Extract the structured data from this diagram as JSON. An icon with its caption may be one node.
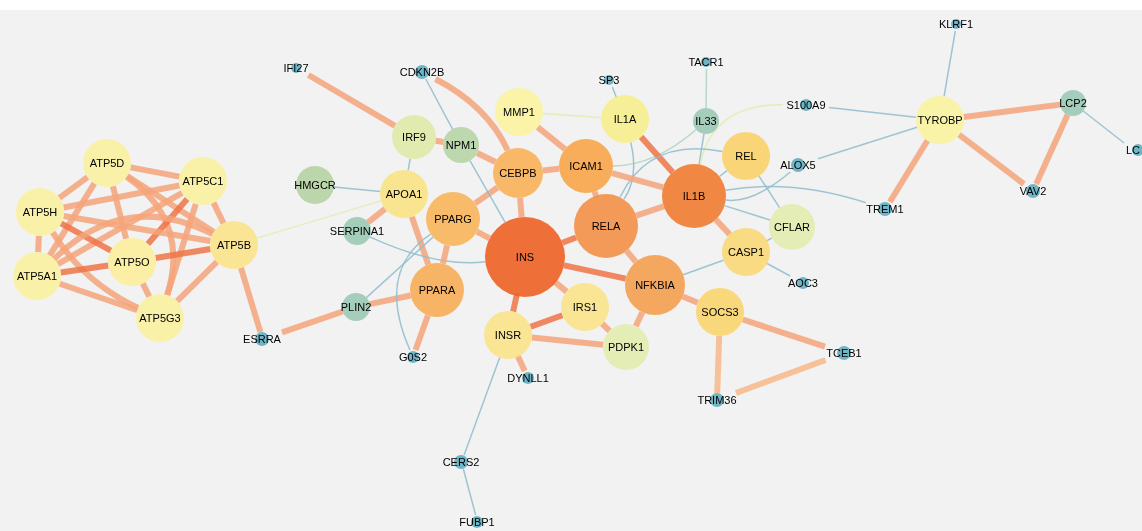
{
  "diagram": {
    "nodes": [
      {
        "text": [
          "ATP5D"
        ]
      },
      {
        "text": [
          "ATP5C1"
        ]
      },
      {
        "text": [
          "ATP5H"
        ]
      },
      {
        "text": [
          "ATP5O"
        ]
      },
      {
        "text": [
          "ATP5B"
        ]
      },
      {
        "text": [
          "ATP5A1"
        ]
      },
      {
        "text": [
          "ATP5G3"
        ]
      },
      {
        "text": [
          "ESRRA"
        ]
      },
      {
        "text": [
          "IFI27"
        ]
      },
      {
        "text": [
          "CDKN2B"
        ]
      },
      {
        "text": [
          "SP3"
        ]
      },
      {
        "text": [
          "TACR1"
        ]
      },
      {
        "text": [
          "KLRF1"
        ]
      },
      {
        "text": [
          "IRF9"
        ]
      },
      {
        "text": [
          "NPM1"
        ]
      },
      {
        "text": [
          "MMP1"
        ]
      },
      {
        "text": [
          "IL1A"
        ]
      },
      {
        "text": [
          "IL33"
        ]
      },
      {
        "text": [
          "S100A9"
        ]
      },
      {
        "text": [
          "TYROBP"
        ]
      },
      {
        "text": [
          "LCP2"
        ]
      },
      {
        "text": [
          "LC"
        ]
      },
      {
        "text": [
          "HMGCR"
        ]
      },
      {
        "text": [
          "APOA1"
        ]
      },
      {
        "text": [
          "CEBPB"
        ]
      },
      {
        "text": [
          "ICAM1"
        ]
      },
      {
        "text": [
          "IL1B"
        ]
      },
      {
        "text": [
          "REL"
        ]
      },
      {
        "text": [
          "ALOX5"
        ]
      },
      {
        "text": [
          "TREM1"
        ]
      },
      {
        "text": [
          "VAV2"
        ]
      },
      {
        "text": [
          "SERPINA1"
        ]
      },
      {
        "text": [
          "PPARG"
        ]
      },
      {
        "text": [
          "RELA"
        ]
      },
      {
        "text": [
          "CFLAR"
        ]
      },
      {
        "text": [
          "INS"
        ]
      },
      {
        "text": [
          "CASP1"
        ]
      },
      {
        "text": [
          "NFKBIA"
        ]
      },
      {
        "text": [
          "PPARA"
        ]
      },
      {
        "text": [
          "PLIN2"
        ]
      },
      {
        "text": [
          "AOC3"
        ]
      },
      {
        "text": [
          "IRS1"
        ]
      },
      {
        "text": [
          "SOCS3"
        ]
      },
      {
        "text": [
          "INSR"
        ]
      },
      {
        "text": [
          "PDPK1"
        ]
      },
      {
        "text": [
          "G0S2"
        ]
      },
      {
        "text": [
          "DYNLL1"
        ]
      },
      {
        "text": [
          "TCEB1"
        ]
      },
      {
        "text": [
          "TRIM36"
        ]
      },
      {
        "text": [
          "CERS2"
        ]
      },
      {
        "text": [
          "FUBP1"
        ]
      }
    ],
    "edges": [
      {
        "from": 0,
        "to": 1,
        "arrow": "none",
        "color": "#f4a47a"
      },
      {
        "from": 0,
        "to": 2,
        "arrow": "none",
        "color": "#f4a47a"
      },
      {
        "from": 0,
        "to": 3,
        "arrow": "none",
        "color": "#f4a47a"
      },
      {
        "from": 0,
        "to": 4,
        "arrow": "none",
        "color": "#f4a47a"
      },
      {
        "from": 0,
        "to": 5,
        "arrow": "none",
        "color": "#f4a47a"
      },
      {
        "from": 0,
        "to": 6,
        "arrow": "none",
        "color": "#f4a47a"
      },
      {
        "from": 1,
        "to": 2,
        "arrow": "none",
        "color": "#f4a47a"
      },
      {
        "from": 1,
        "to": 3,
        "arrow": "none",
        "color": "#ee7447"
      },
      {
        "from": 1,
        "to": 4,
        "arrow": "none",
        "color": "#f4a47a"
      },
      {
        "from": 1,
        "to": 5,
        "arrow": "none",
        "color": "#f4a47a"
      },
      {
        "from": 1,
        "to": 6,
        "arrow": "none",
        "color": "#f4a47a"
      },
      {
        "from": 2,
        "to": 3,
        "arrow": "none",
        "color": "#ee7447"
      },
      {
        "from": 2,
        "to": 4,
        "arrow": "none",
        "color": "#f4a47a"
      },
      {
        "from": 2,
        "to": 5,
        "arrow": "none",
        "color": "#f4a47a"
      },
      {
        "from": 2,
        "to": 6,
        "arrow": "none",
        "color": "#f4a47a"
      },
      {
        "from": 3,
        "to": 4,
        "arrow": "none",
        "color": "#ee7447"
      },
      {
        "from": 3,
        "to": 5,
        "arrow": "none",
        "color": "#ee7447"
      },
      {
        "from": 3,
        "to": 6,
        "arrow": "none",
        "color": "#f4a47a"
      },
      {
        "from": 4,
        "to": 5,
        "arrow": "none",
        "color": "#f4a47a"
      },
      {
        "from": 4,
        "to": 6,
        "arrow": "none",
        "color": "#f4a47a"
      },
      {
        "from": 5,
        "to": 6,
        "arrow": "none",
        "color": "#f4a47a"
      },
      {
        "from": 4,
        "to": 7,
        "arrow": "none",
        "color": "#f4a47a"
      },
      {
        "from": 7,
        "to": 39,
        "arrow": "none",
        "color": "#f4a47a"
      },
      {
        "from": 4,
        "to": 23,
        "arrow": "none",
        "color": "#e2ecb0"
      },
      {
        "from": 8,
        "to": 13,
        "arrow": "none",
        "color": "#f4a47a"
      },
      {
        "from": 13,
        "to": 14,
        "arrow": "none",
        "color": "#f4a47a"
      },
      {
        "from": 9,
        "to": 24,
        "arrow": "none",
        "color": "#f4a47a"
      },
      {
        "from": 9,
        "to": 14,
        "arrow": "none",
        "color": "#8fbccc"
      },
      {
        "from": 10,
        "to": 16,
        "arrow": "none",
        "color": "#8fbccc"
      },
      {
        "from": 11,
        "to": 17,
        "arrow": "none",
        "color": "#a9d3c2"
      },
      {
        "from": 17,
        "to": 26,
        "arrow": "none",
        "color": "#8fbccc"
      },
      {
        "from": 17,
        "to": 25,
        "arrow": "none",
        "color": "#a9d3c2"
      },
      {
        "from": 15,
        "to": 16,
        "arrow": "none",
        "color": "#e2ecb0"
      },
      {
        "from": 15,
        "to": 25,
        "arrow": "none",
        "color": "#f4a47a"
      },
      {
        "from": 16,
        "to": 26,
        "arrow": "none",
        "color": "#ee7447"
      },
      {
        "from": 16,
        "to": 33,
        "arrow": "none",
        "color": "#8fbccc"
      },
      {
        "from": 18,
        "to": 26,
        "arrow": "none",
        "color": "#e2ecb0"
      },
      {
        "from": 18,
        "to": 19,
        "arrow": "none",
        "color": "#8fbccc"
      },
      {
        "from": 19,
        "to": 12,
        "arrow": "none",
        "color": "#8fbccc"
      },
      {
        "from": 19,
        "to": 20,
        "arrow": "none",
        "color": "#f4a47a"
      },
      {
        "from": 19,
        "to": 30,
        "arrow": "none",
        "color": "#f4a47a"
      },
      {
        "from": 20,
        "to": 30,
        "arrow": "none",
        "color": "#f4a47a"
      },
      {
        "from": 20,
        "to": 21,
        "arrow": "none",
        "color": "#8fbccc"
      },
      {
        "from": 19,
        "to": 29,
        "arrow": "none",
        "color": "#f4a47a"
      },
      {
        "from": 19,
        "to": 28,
        "arrow": "none",
        "color": "#8fbccc"
      },
      {
        "from": 29,
        "to": 26,
        "arrow": "none",
        "color": "#8fbccc"
      },
      {
        "from": 28,
        "to": 26,
        "arrow": "none",
        "color": "#8fbccc"
      },
      {
        "from": 22,
        "to": 23,
        "arrow": "none",
        "color": "#8fbccc"
      },
      {
        "from": 23,
        "to": 13,
        "arrow": "none",
        "color": "#8fbccc"
      },
      {
        "from": 23,
        "to": 38,
        "arrow": "none",
        "color": "#f4a47a"
      },
      {
        "from": 31,
        "to": 23,
        "arrow": "none",
        "color": "#f4a47a"
      },
      {
        "from": 31,
        "to": 35,
        "arrow": "none",
        "color": "#8fbccc"
      },
      {
        "from": 32,
        "to": 35,
        "arrow": "none",
        "color": "#f4a47a"
      },
      {
        "from": 32,
        "to": 38,
        "arrow": "none",
        "color": "#f4a47a"
      },
      {
        "from": 32,
        "to": 24,
        "arrow": "none",
        "color": "#f4a47a"
      },
      {
        "from": 39,
        "to": 38,
        "arrow": "none",
        "color": "#f4a47a"
      },
      {
        "from": 39,
        "to": 32,
        "arrow": "none",
        "color": "#8fbccc"
      },
      {
        "from": 45,
        "to": 38,
        "arrow": "none",
        "color": "#f4a47a"
      },
      {
        "from": 45,
        "to": 32,
        "arrow": "none",
        "color": "#8fbccc"
      },
      {
        "from": 46,
        "to": 43,
        "arrow": "none",
        "color": "#f4a47a"
      },
      {
        "from": 49,
        "to": 43,
        "arrow": "none",
        "color": "#8fbccc"
      },
      {
        "from": 49,
        "to": 50,
        "arrow": "none",
        "color": "#8fbccc"
      },
      {
        "from": 43,
        "to": 35,
        "arrow": "none",
        "color": "#ee7447"
      },
      {
        "from": 43,
        "to": 41,
        "arrow": "none",
        "color": "#ee7447"
      },
      {
        "from": 43,
        "to": 44,
        "arrow": "none",
        "color": "#f4a47a"
      },
      {
        "from": 41,
        "to": 44,
        "arrow": "none",
        "color": "#f4a47a"
      },
      {
        "from": 41,
        "to": 35,
        "arrow": "none",
        "color": "#f4a47a"
      },
      {
        "from": 44,
        "to": 37,
        "arrow": "none",
        "color": "#f4a47a"
      },
      {
        "from": 37,
        "to": 33,
        "arrow": "none",
        "color": "#f4a47a"
      },
      {
        "from": 33,
        "to": 26,
        "arrow": "none",
        "color": "#f4a47a"
      },
      {
        "from": 26,
        "to": 36,
        "arrow": "none",
        "color": "#f4a47a"
      },
      {
        "from": 26,
        "to": 27,
        "arrow": "none",
        "color": "#8fbccc"
      },
      {
        "from": 27,
        "to": 33,
        "arrow": "none",
        "color": "#8fbccc"
      },
      {
        "from": 34,
        "to": 36,
        "arrow": "none",
        "color": "#8fbccc"
      },
      {
        "from": 34,
        "to": 26,
        "arrow": "none",
        "color": "#8fbccc"
      },
      {
        "from": 34,
        "to": 27,
        "arrow": "none",
        "color": "#8fbccc"
      },
      {
        "from": 40,
        "to": 36,
        "arrow": "none",
        "color": "#8fbccc"
      },
      {
        "from": 36,
        "to": 37,
        "arrow": "none",
        "color": "#8fbccc"
      },
      {
        "from": 42,
        "to": 47,
        "arrow": "none",
        "color": "#f4a47a"
      },
      {
        "from": 42,
        "to": 48,
        "arrow": "none",
        "color": "#f7b98a"
      },
      {
        "from": 47,
        "to": 48,
        "arrow": "none",
        "color": "#f7b98a"
      },
      {
        "from": 42,
        "to": 37,
        "arrow": "none",
        "color": "#f4a47a"
      },
      {
        "from": 25,
        "to": 33,
        "arrow": "none",
        "color": "#f4a47a"
      },
      {
        "from": 25,
        "to": 26,
        "arrow": "none",
        "color": "#f4a47a"
      },
      {
        "from": 24,
        "to": 25,
        "arrow": "none",
        "color": "#f4a47a"
      },
      {
        "from": 24,
        "to": 35,
        "arrow": "none",
        "color": "#f4a47a"
      },
      {
        "from": 14,
        "to": 24,
        "arrow": "none",
        "color": "#f4a47a"
      },
      {
        "from": 14,
        "to": 35,
        "arrow": "none",
        "color": "#8fbccc"
      },
      {
        "from": 35,
        "to": 33,
        "arrow": "none",
        "color": "#ee7447"
      },
      {
        "from": 35,
        "to": 37,
        "arrow": "none",
        "color": "#ee7447"
      }
    ]
  }
}
